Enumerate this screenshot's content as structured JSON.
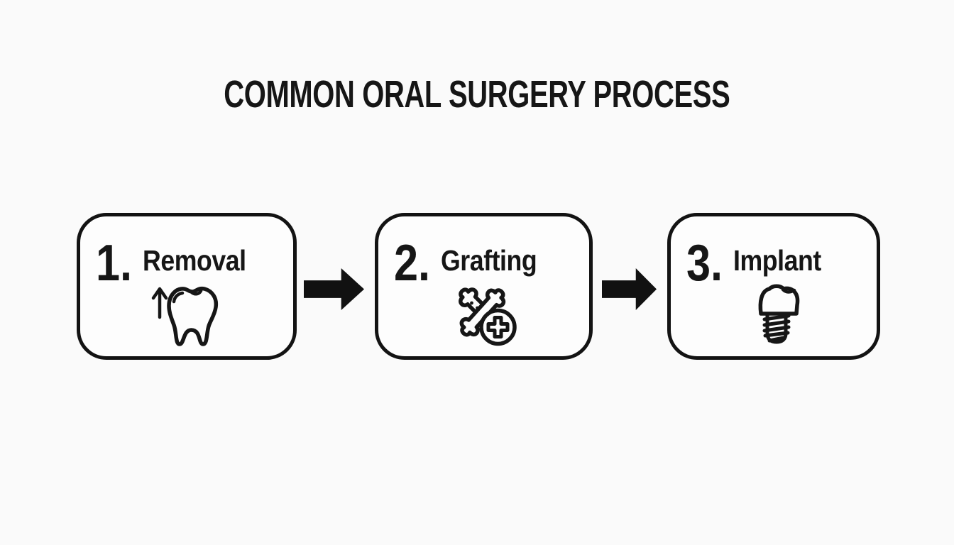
{
  "title": "COMMON ORAL SURGERY PROCESS",
  "steps": [
    {
      "number": "1.",
      "label": "Removal",
      "icon": "tooth-extraction-icon"
    },
    {
      "number": "2.",
      "label": "Grafting",
      "icon": "bone-graft-icon"
    },
    {
      "number": "3.",
      "label": "Implant",
      "icon": "dental-implant-icon"
    }
  ],
  "connector": {
    "icon": "right-arrow-icon"
  },
  "colors": {
    "background": "#fafafa",
    "box_background": "#fdfdfd",
    "ink": "#161616",
    "border": "#131313",
    "arrow": "#111111"
  }
}
